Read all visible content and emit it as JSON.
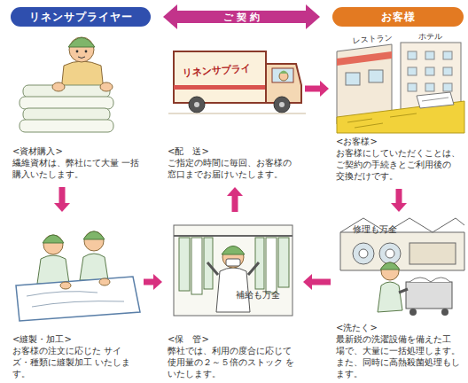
{
  "diagram": {
    "nodes": [
      {
        "text": [
          "リネンサプライヤー"
        ]
      },
      {
        "text": [
          "お客様"
        ]
      },
      {
        "text": [
          "<資材購入>",
          "繊維資材は、弊社にて大量 一括購入いたします。"
        ]
      },
      {
        "text": [
          "<配　送>",
          "ご指定の時間に毎回、お客様の 窓口までお届けいたします。"
        ]
      },
      {
        "text": [
          "<お客様>",
          "お客様にしていただくことは、 ご契約の手続きとご利用後の 交換だけです。"
        ]
      },
      {
        "text": [
          "<縫製・加工>",
          "お客様の注文に応じた サイズ・種類に縫製加工 いたします。"
        ]
      },
      {
        "text": [
          "<保　管>",
          "弊社では、利用の度合に応じて 使用量の２～５倍のストック をいたします。"
        ]
      },
      {
        "text": [
          "<洗たく>",
          "最新鋭の洗濯設備を備えた工 場で、大量に一括処理します。 また、同時に高熱殺菌処理もし ます。"
        ]
      }
    ],
    "edges": [
      {
        "from": 0,
        "to": 1,
        "label": "ご 契 約",
        "arrow": "both"
      },
      {
        "from": 2,
        "to": 5,
        "arrow": "to"
      },
      {
        "from": 5,
        "to": 6,
        "arrow": "to"
      },
      {
        "from": 6,
        "to": 3,
        "arrow": "to"
      },
      {
        "from": 3,
        "to": 4,
        "arrow": "to"
      },
      {
        "from": 4,
        "to": 7,
        "arrow": "to"
      },
      {
        "from": 7,
        "to": 6,
        "arrow": "to"
      }
    ],
    "labels": [
      "リネンサプライ",
      "レストラン",
      "ホテル",
      "修理も万全",
      "補給も万全"
    ]
  }
}
